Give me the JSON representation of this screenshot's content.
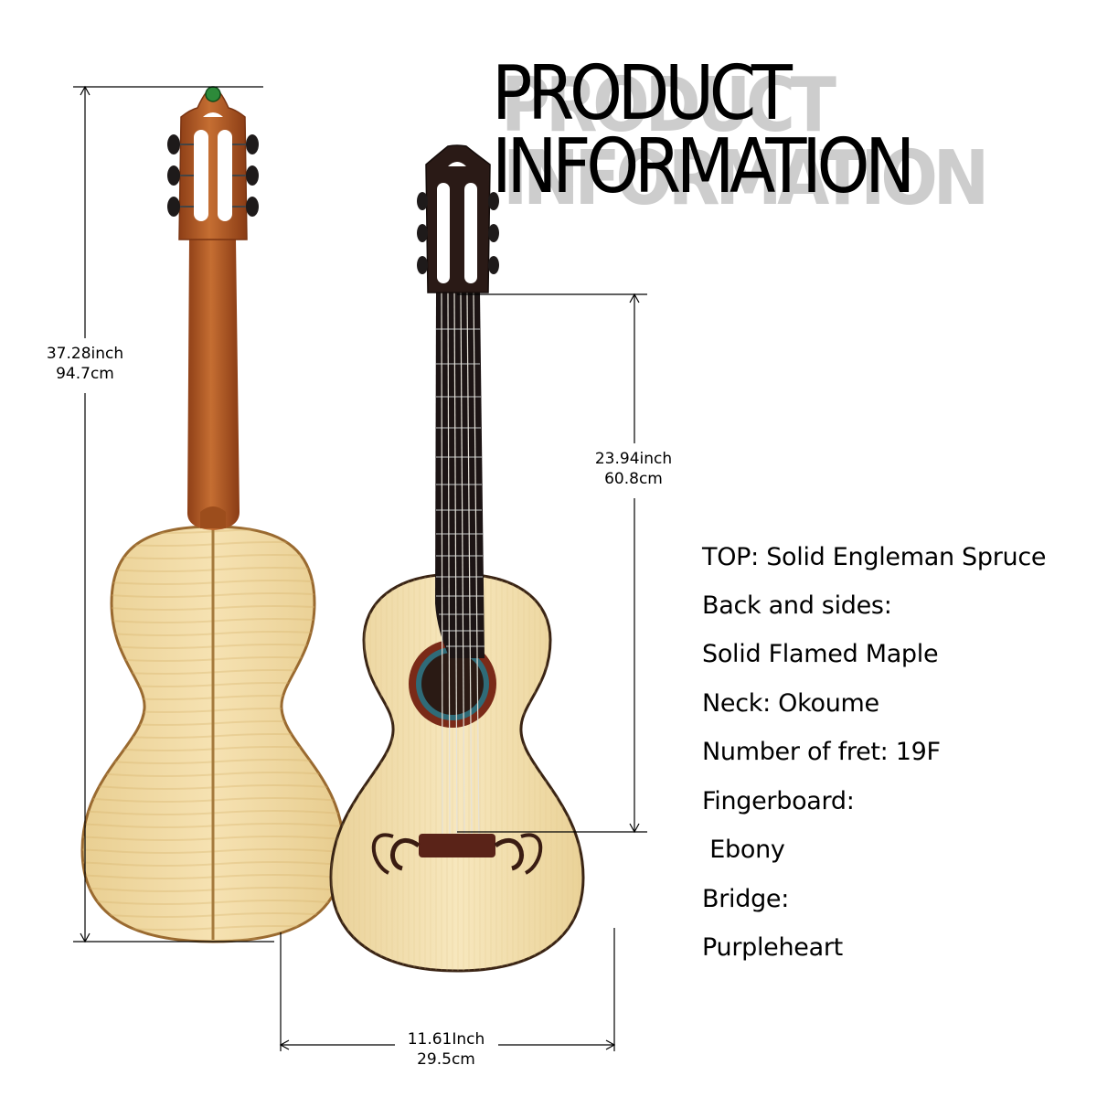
{
  "header": {
    "title_line1": "PRODUCT",
    "title_line2": "INFORMATION"
  },
  "dimensions": {
    "total_length": {
      "inch": "37.28inch",
      "cm": "94.7cm"
    },
    "scale_length": {
      "inch": "23.94inch",
      "cm": "60.8cm"
    },
    "body_width": {
      "inch": "11.61Inch",
      "cm": "29.5cm"
    }
  },
  "specs": [
    {
      "text": "TOP:  Solid Engleman Spruce"
    },
    {
      "text": "Back and sides:"
    },
    {
      "text": "Solid Flamed Maple"
    },
    {
      "text": "Neck:  Okoume"
    },
    {
      "text": "Number of fret:  19F"
    },
    {
      "text": "Fingerboard:"
    },
    {
      "text": " Ebony"
    },
    {
      "text": "Bridge:"
    },
    {
      "text": "Purpleheart"
    }
  ],
  "colors": {
    "maple_back": "#f0d9a4",
    "spruce_top": "#f2dfae",
    "mahogany_neck": "#b5602a",
    "ebony": "#1c1414",
    "rosette": "#7a2a18",
    "shadow_text": "#cdcdcd"
  },
  "icons": {
    "headstock_logo": "green-clover-icon"
  }
}
